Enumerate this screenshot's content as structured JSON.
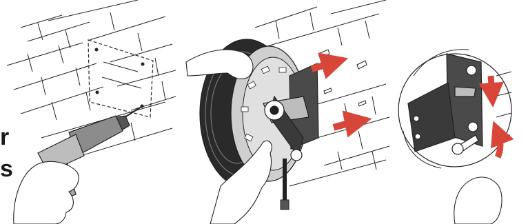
{
  "side_text": {
    "line1": "r",
    "line2": "s"
  },
  "colors": {
    "line": "#222222",
    "arrow": "#d8463a",
    "reel_dark": "#2a2a2a",
    "reel_grey": "#c9c9c9",
    "bracket": "#4a4a4a",
    "hand_fill": "#ffffff"
  },
  "panels": [
    {
      "name": "step-drill-wall",
      "icons": [
        "brick-wall-icon",
        "template-plate-icon",
        "drill-icon",
        "hand-icon"
      ]
    },
    {
      "name": "step-mount-reel",
      "icons": [
        "brick-wall-icon",
        "hose-reel-icon",
        "wall-bracket-icon",
        "screw-icon",
        "arrow-icon",
        "hand-icon"
      ]
    },
    {
      "name": "step-tighten-bolts",
      "icons": [
        "detail-circle-icon",
        "wall-bracket-icon",
        "wrench-icon",
        "arrow-icon",
        "hand-icon"
      ]
    }
  ]
}
